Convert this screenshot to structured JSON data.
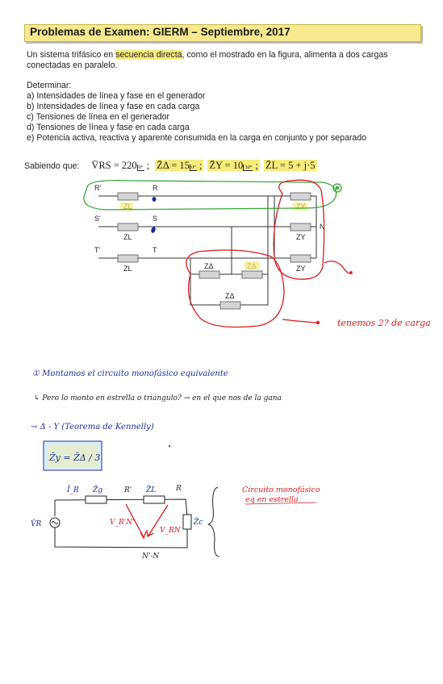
{
  "doc": {
    "title": "Problemas de Examen: GIERM – Septiembre, 2017",
    "intro_pre": "Un sistema trifásico en ",
    "intro_hl": "secuencia directa",
    "intro_post": ", como el mostrado en la figura, alimenta a dos cargas",
    "intro_line2": "conectadas en paralelo.",
    "determinar": "Determinar:",
    "items": [
      "a) Intensidades de línea y fase en el generador",
      "b) Intensidades de línea y fase en cada carga",
      "c) Tensiones de línea en el generador",
      "d) Tensiones de línea y fase en cada carga",
      "e) Potencia activa, reactiva y aparente consumida en la carga en conjunto y por separado"
    ],
    "sabiendo": "Sabiendo que:",
    "eq_vrs": "V̄RS = 220",
    "eq_vrs_angle": "0°",
    "eq_za": "Z̄Δ = 15",
    "eq_za_angle": "0°",
    "eq_zy": "Z̄Y = 10",
    "eq_zy_angle": "30°",
    "eq_zl": "Z̄L = 5 + j·5"
  },
  "circuit": {
    "nodes": [
      "R'",
      "R",
      "S'",
      "S",
      "T'",
      "T",
      "N"
    ],
    "zl_label": "ZL",
    "zy_label": "ZY",
    "zd_label": "ZΔ"
  },
  "notes": {
    "side_note": "tenemos 2? de carga",
    "step1": "① Montamos el circuito monofásico equivalente",
    "question": "↳ Pero lo monto en estrella o triángulo? → en el que nos de la gana",
    "kennelly": "→ Δ - Y (Teorema de Kennelly)",
    "formula": "Z̄y = Z̄Δ / 3",
    "mono_note_1": "Circuito monofásico",
    "mono_note_2": "eq en estrella"
  },
  "mono": {
    "labels": [
      "Ī_R",
      "Z̄g",
      "R'",
      "Z̄L",
      "R",
      "V̄R",
      "V_R'N'",
      "V_RN",
      "Z̄c",
      "N'-N"
    ]
  },
  "colors": {
    "highlight": "#f5ec7a",
    "ink_blue": "#1a2e9a",
    "ink_red": "#d81b1b",
    "ink_green": "#3aa63a",
    "wire": "#333333"
  }
}
